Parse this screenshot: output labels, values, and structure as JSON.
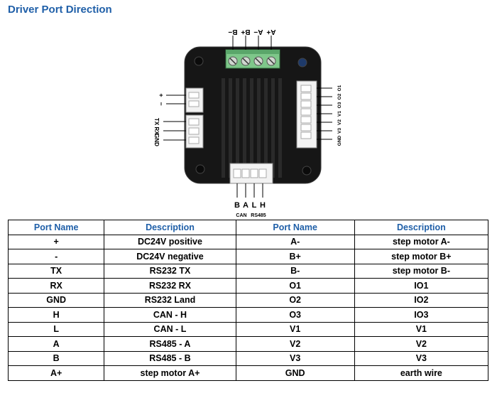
{
  "title": "Driver Port Direction",
  "diagram": {
    "top_terminal_labels": [
      "B−",
      "B+",
      "A−",
      "A+"
    ],
    "left_power_labels": [
      "+",
      "−"
    ],
    "left_serial_labels": [
      "TX",
      "RX",
      "GND"
    ],
    "bottom_pin_labels": [
      "B",
      "A",
      "L",
      "H"
    ],
    "bottom_group_labels": [
      "CAN",
      "RS485"
    ],
    "right_pin_labels": [
      "O1",
      "O2",
      "O3",
      "V1",
      "V2",
      "V3",
      "GND"
    ]
  },
  "table": {
    "headers": [
      "Port Name",
      "Description",
      "Port Name",
      "Description"
    ],
    "rows": [
      [
        "+",
        "DC24V positive",
        "A-",
        "step motor A-"
      ],
      [
        "-",
        "DC24V negative",
        "B+",
        "step motor B+"
      ],
      [
        "TX",
        "RS232 TX",
        "B-",
        "step motor B-"
      ],
      [
        "RX",
        "RS232 RX",
        "O1",
        "IO1"
      ],
      [
        "GND",
        "RS232 Land",
        "O2",
        "IO2"
      ],
      [
        "H",
        "CAN - H",
        "O3",
        "IO3"
      ],
      [
        "L",
        "CAN - L",
        "V1",
        "V1"
      ],
      [
        "A",
        "RS485 - A",
        "V2",
        "V2"
      ],
      [
        "B",
        "RS485 - B",
        "V3",
        "V3"
      ],
      [
        "A+",
        "step motor A+",
        "GND",
        "earth wire"
      ]
    ]
  }
}
